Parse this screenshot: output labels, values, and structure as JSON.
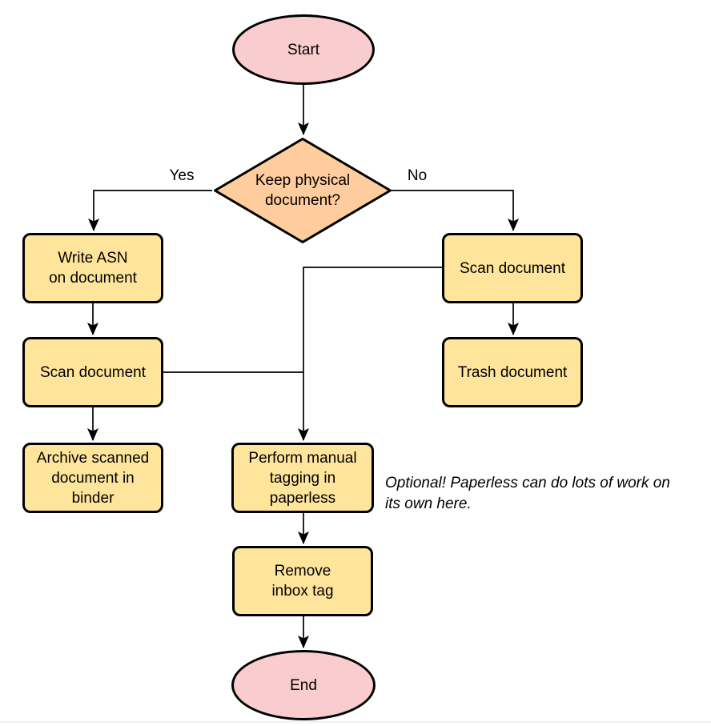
{
  "colors": {
    "terminal_fill": "#f9cdcd",
    "decision_fill": "#ffcc9e",
    "process_fill": "#ffe59c",
    "stroke": "#000000",
    "text": "#000000"
  },
  "nodes": {
    "start": {
      "type": "terminal",
      "label": "Start"
    },
    "decision": {
      "type": "decision",
      "label": "Keep physical\ndocument?"
    },
    "write_asn": {
      "type": "process",
      "label": "Write ASN\non document"
    },
    "scan_left": {
      "type": "process",
      "label": "Scan document"
    },
    "archive": {
      "type": "process",
      "label": "Archive scanned\ndocument in\nbinder"
    },
    "scan_right": {
      "type": "process",
      "label": "Scan document"
    },
    "trash": {
      "type": "process",
      "label": "Trash document"
    },
    "perform": {
      "type": "process",
      "label": "Perform manual\ntagging in\npaperless"
    },
    "remove": {
      "type": "process",
      "label": "Remove\ninbox tag"
    },
    "end": {
      "type": "terminal",
      "label": "End"
    }
  },
  "edge_labels": {
    "yes": "Yes",
    "no": "No"
  },
  "edges": [
    {
      "from": "start",
      "to": "decision",
      "label": ""
    },
    {
      "from": "decision",
      "to": "write_asn",
      "label": "Yes"
    },
    {
      "from": "decision",
      "to": "scan_right",
      "label": "No"
    },
    {
      "from": "write_asn",
      "to": "scan_left",
      "label": ""
    },
    {
      "from": "scan_left",
      "to": "archive",
      "label": ""
    },
    {
      "from": "scan_right",
      "to": "trash",
      "label": ""
    },
    {
      "from": "scan_right",
      "to": "perform",
      "label": ""
    },
    {
      "from": "scan_left",
      "to": "perform",
      "label": ""
    },
    {
      "from": "perform",
      "to": "remove",
      "label": ""
    },
    {
      "from": "remove",
      "to": "end",
      "label": ""
    }
  ],
  "annotation": {
    "text": "Optional! Paperless can do lots of work on\nits own here."
  }
}
